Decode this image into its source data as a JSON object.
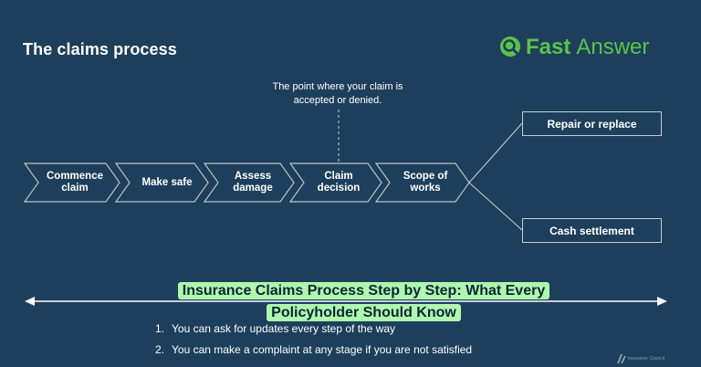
{
  "title": "The claims process",
  "logo": {
    "word1": "Fast",
    "word2": "Answer",
    "color": "#5cc24a"
  },
  "annotation": {
    "line1": "The point where your claim is",
    "line2": "accepted or denied."
  },
  "steps": [
    {
      "line1": "Commence",
      "line2": "claim"
    },
    {
      "line1": "Make safe",
      "line2": ""
    },
    {
      "line1": "Assess",
      "line2": "damage"
    },
    {
      "line1": "Claim",
      "line2": "decision"
    },
    {
      "line1": "Scope of",
      "line2": "works"
    }
  ],
  "outcomes": {
    "top": "Repair or replace",
    "bottom": "Cash settlement"
  },
  "notes": [
    {
      "num": "1.",
      "text": "You can ask for updates every step of the way"
    },
    {
      "num": "2.",
      "text": "You can make a complaint at any stage if you are not satisfied"
    }
  ],
  "banner": {
    "line1": "Insurance Claims Process Step by Step: What Every",
    "line2": "Policyholder Should Know"
  },
  "watermark": {
    "text": "Insurance Council"
  },
  "colors": {
    "background": "#1d3f5b",
    "chevron_stroke": "#b9c2cb",
    "banner_bg": "#aef7ae"
  }
}
